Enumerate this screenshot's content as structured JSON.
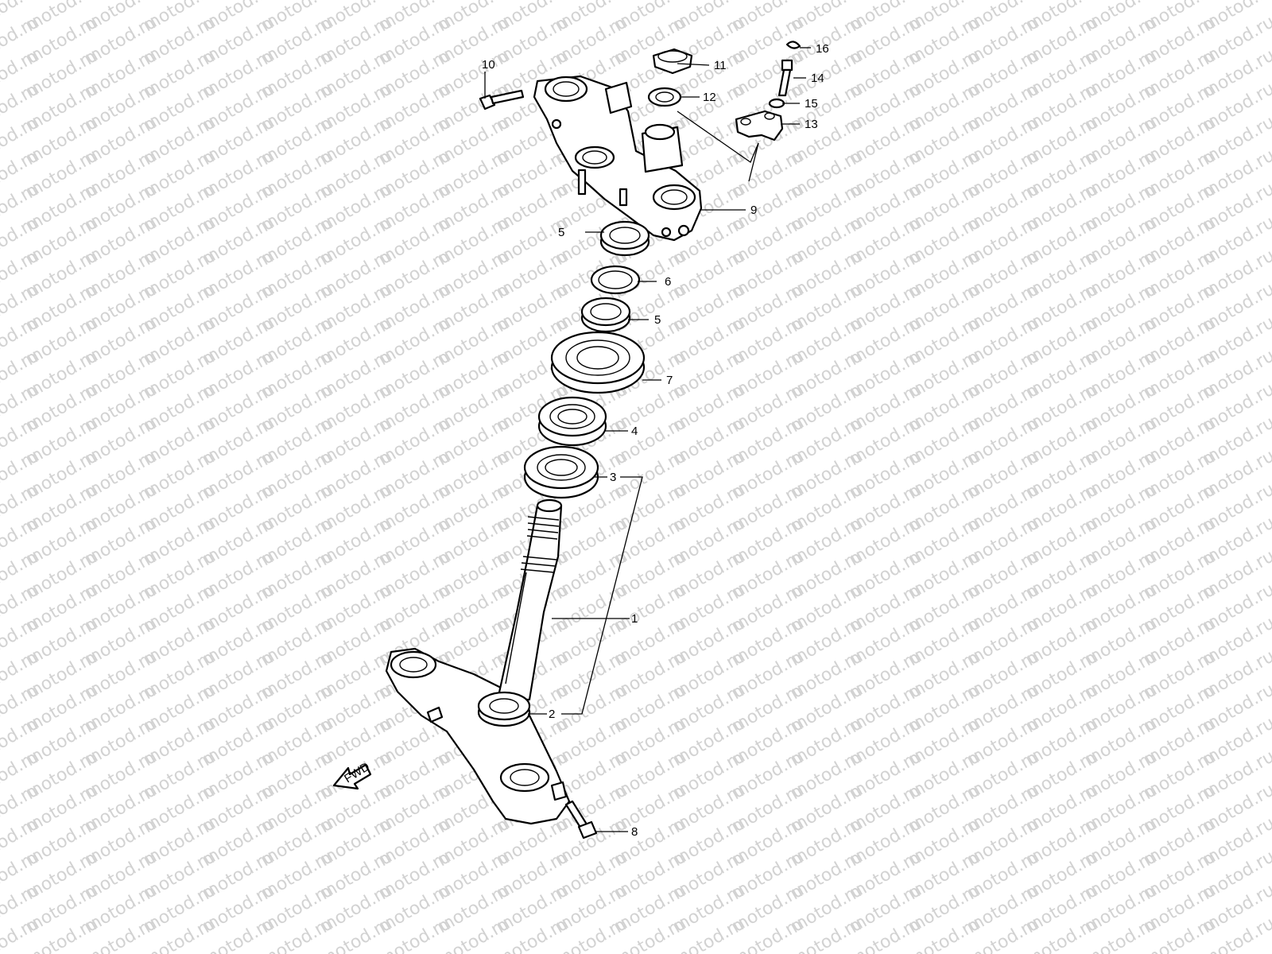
{
  "watermark": "motod.ru",
  "callouts": [
    {
      "id": "c1",
      "number": "1"
    },
    {
      "id": "c2",
      "number": "2"
    },
    {
      "id": "c3",
      "number": "3"
    },
    {
      "id": "c4",
      "number": "4"
    },
    {
      "id": "c5a",
      "number": "5"
    },
    {
      "id": "c5b",
      "number": "5"
    },
    {
      "id": "c6",
      "number": "6"
    },
    {
      "id": "c7",
      "number": "7"
    },
    {
      "id": "c8",
      "number": "8"
    },
    {
      "id": "c9",
      "number": "9"
    },
    {
      "id": "c10",
      "number": "10"
    },
    {
      "id": "c11",
      "number": "11"
    },
    {
      "id": "c12",
      "number": "12"
    },
    {
      "id": "c13",
      "number": "13"
    },
    {
      "id": "c14",
      "number": "14"
    },
    {
      "id": "c15",
      "number": "15"
    },
    {
      "id": "c16",
      "number": "16"
    }
  ],
  "fwd_badge": "FWD"
}
